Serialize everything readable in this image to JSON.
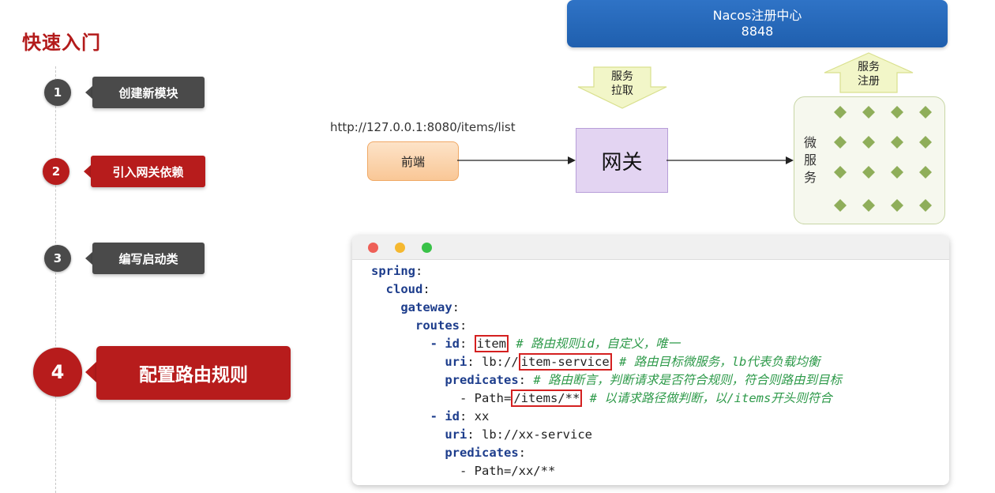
{
  "page_title": "快速入门",
  "steps": [
    {
      "num": "1",
      "label": "创建新模块"
    },
    {
      "num": "2",
      "label": "引入网关依赖"
    },
    {
      "num": "3",
      "label": "编写启动类"
    },
    {
      "num": "4",
      "label": "配置路由规则"
    }
  ],
  "diagram": {
    "nacos_line1": "Nacos注册中心",
    "nacos_line2": "8848",
    "pull_line1": "服务",
    "pull_line2": "拉取",
    "register_line1": "服务",
    "register_line2": "注册",
    "url": "http://127.0.0.1:8080/items/list",
    "frontend": "前端",
    "gateway": "网关",
    "ms_1": "微",
    "ms_2": "服",
    "ms_3": "务"
  },
  "colors": {
    "accent_red": "#b71c1c",
    "step_gray": "#4a4a4a",
    "nacos_blue": "#2f73c6",
    "diamond_green": "#8fae5a"
  },
  "code": {
    "l1k": "spring",
    "l2k": "cloud",
    "l3k": "gateway",
    "l4k": "routes",
    "l5k": "- id",
    "l5v": "item",
    "l5c": "# 路由规则id，自定义，唯一",
    "l6k": "uri",
    "l6a": "lb://",
    "l6v": "item-service",
    "l6c": "# 路由目标微服务，lb代表负载均衡",
    "l7k": "predicates",
    "l7c": "# 路由断言，判断请求是否符合规则，符合则路由到目标",
    "l8a": "- Path=",
    "l8v": "/items/**",
    "l8c": "# 以请求路径做判断，以/items开头则符合",
    "l9k": "- id",
    "l9v": "xx",
    "l10k": "uri",
    "l10v": "lb://xx-service",
    "l11k": "predicates",
    "l12v": "- Path=/xx/**"
  }
}
